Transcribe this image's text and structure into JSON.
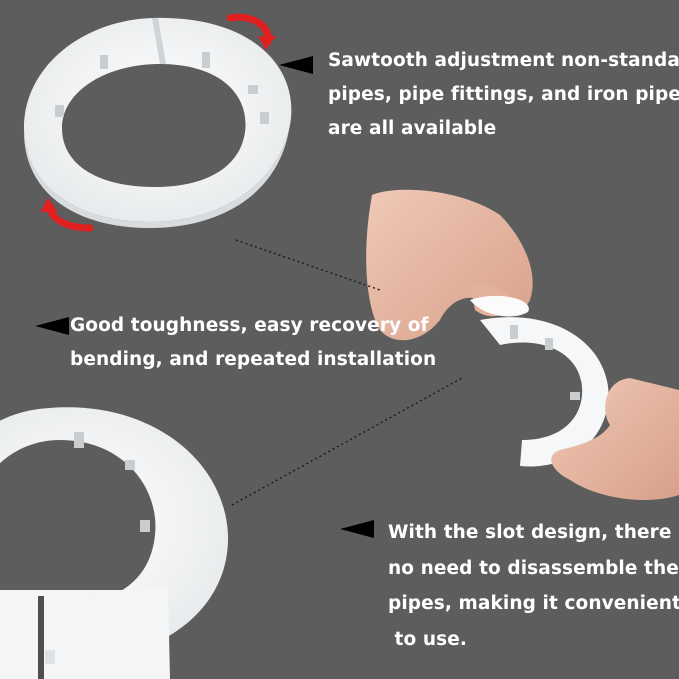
{
  "captions": {
    "top": [
      "Sawtooth adjustment non-standard",
      "pipes, pipe fittings, and iron pipes",
      "are all available"
    ],
    "middle": [
      "Good toughness, easy recovery of",
      "bending, and repeated installation"
    ],
    "bottom": [
      "With the slot design, there is",
      "no need to disassemble the",
      "pipes, making it convenient",
      " to use."
    ]
  },
  "colors": {
    "background": "#5d5d5d",
    "ring": "#f4f6f7",
    "arrow_accent": "#e02020",
    "pointer": "#000000",
    "text": "#ffffff"
  },
  "icons": [
    "rotate-arrow-icon",
    "pointer-arrow-icon"
  ]
}
